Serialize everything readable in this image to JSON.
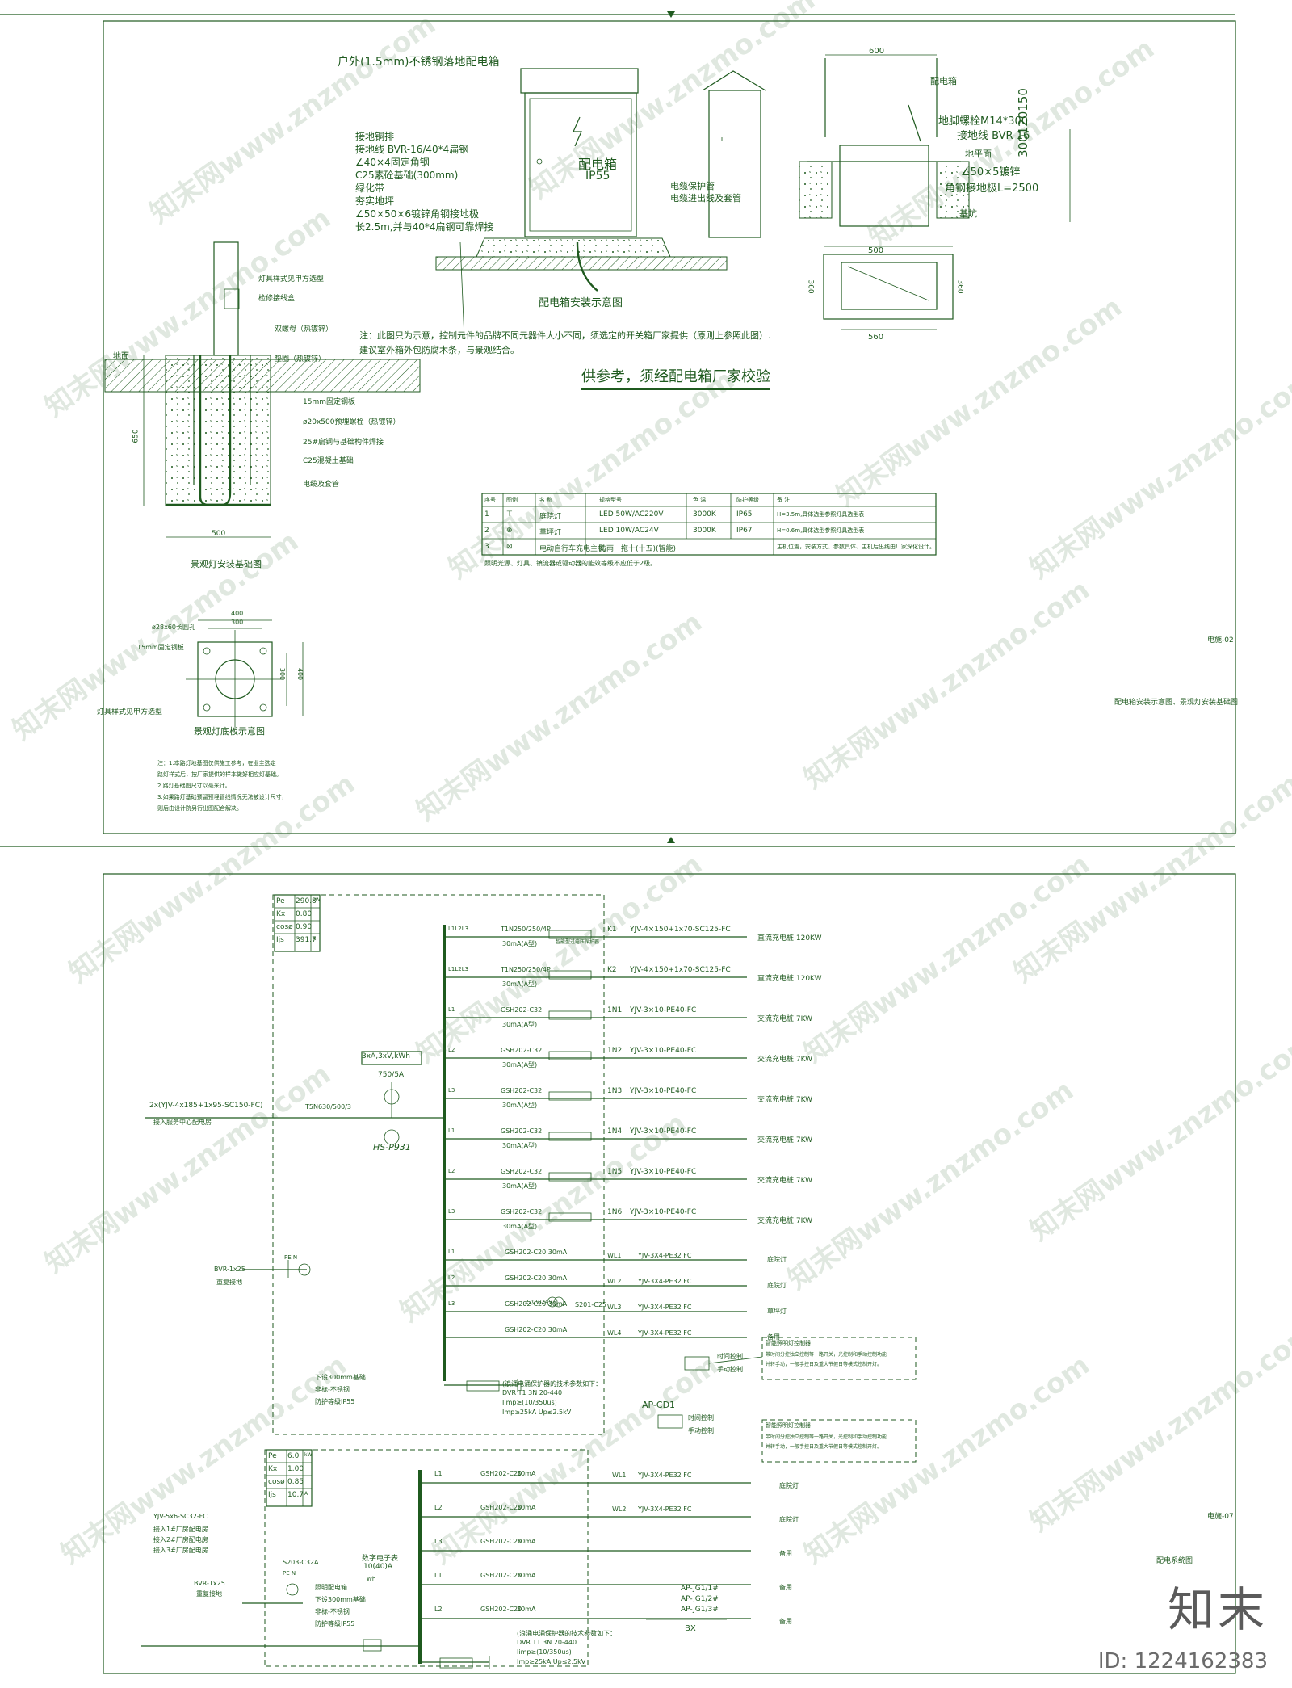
{
  "sheet1": {
    "box_title_top": "户外(1.5mm)不锈钢落地配电箱",
    "box_face_label": "配电箱",
    "box_ip": "IP55",
    "left_callouts": [
      "接地铜排",
      "接地线 BVR-16/40*4扁钢",
      "∠40×4固定角钢",
      "C25素砼基础(300mm)",
      "绿化带",
      "夯实地坪",
      "∠50×50×6镀锌角钢接地极",
      "长2.5m,并与40*4扁钢可靠焊接"
    ],
    "right_callouts": [
      "电缆保护管",
      "电缆进出线及套管"
    ],
    "box_install_caption": "配电箱安装示意图",
    "section_labels": {
      "top_dim": "600",
      "box": "配电箱",
      "bolt": "地脚螺栓M14*300",
      "ground_wire": "接地线 BVR-16",
      "ground_level": "地平面",
      "angle": "∠50×5镀锌",
      "electrode": "角钢接地极L=2500",
      "pit": "基坑",
      "vert_dims": "300120150"
    },
    "plan_dims": {
      "w1": "500",
      "w2": "560",
      "h1": "360",
      "h2": "360"
    },
    "note": "注：此图只为示意，控制元件的品牌不同元器件大小不同，须选定的开关箱厂家提供（原则上参照此图）.",
    "note2": "建议室外箱外包防腐木条，与景观结合。",
    "emphasis": "供参考，须经配电箱厂家校验",
    "lamp_callouts": [
      "灯具样式见甲方选型",
      "检修接线盒",
      "双螺母（热镀锌）",
      "垫圈（热镀锌）",
      "15mm固定钢板",
      "ø20x500预埋螺栓（热镀锌）",
      "25#扁钢与基础构件焊接",
      "C25混凝土基础",
      "电缆及套管"
    ],
    "ground_label": "地面",
    "lamp_dims": {
      "depth": "650",
      "width": "500"
    },
    "lamp_caption": "景观灯安装基础图",
    "table": {
      "headers": [
        "序号",
        "图例",
        "名 称",
        "规格型号",
        "色 温",
        "防护等级",
        "备 注"
      ],
      "rows": [
        [
          "1",
          "⊤",
          "庭院灯",
          "LED 50W/AC220V",
          "3000K",
          "IP65",
          "H=3.5m,具体选型参照灯具选型表"
        ],
        [
          "2",
          "⊕",
          "草坪灯",
          "LED 10W/AC24V",
          "3000K",
          "IP67",
          "H=0.6m,具体选型参照灯具选型表"
        ],
        [
          "3",
          "⊠",
          "电动自行车充电主机",
          "防雨一拖十(十五)(智能)",
          "",
          "",
          "主机位置，安装方式、参数具体、主机后出线由厂家深化设计。"
        ]
      ],
      "footnote": "照明光源、灯具、镇流器或驱动器的能效等级不应低于2级。"
    },
    "plate_labels": [
      "ø28x60长圆孔",
      "15mm固定钢板",
      "灯具样式见甲方选型"
    ],
    "plate_dims": {
      "outer": "400",
      "inner": "300",
      "h1": "300",
      "h2": "400"
    },
    "plate_caption": "景观灯底板示意图",
    "plate_notes": [
      "注：1.本路灯地基图仅供施工参考，在业主选定",
      "路灯样式后，按厂家提供的样本做好相应灯基础。",
      "2.路灯基础图尺寸以毫米计。",
      "3.如果路灯基础预留预埋管线情况无法被设计尺寸，",
      "则后由设计院另行出图配合解决。"
    ],
    "sheet_no": "电施-02",
    "sheet_title": "配电箱安装示意图、景观灯安装基础图"
  },
  "sheet2": {
    "load_table1": [
      [
        "Pe",
        "290.8",
        "kW"
      ],
      [
        "Kx",
        "0.80",
        ""
      ],
      [
        "cosø",
        "0.90",
        ""
      ],
      [
        "Ijs",
        "391.7",
        "A"
      ]
    ],
    "meter": "3xA,3xV,kWh",
    "ct": "750/5A",
    "meter_model": "HS-P931",
    "incomer": "2x(YJV-4x185+1x95-SC150-FC)",
    "incomer_from": "接入服务中心配电房",
    "main_breaker": "T5N630/500/3",
    "ground": "BVR-1x25",
    "ground_note": "重复接地",
    "pe_n": "PE  N",
    "box1_notes": [
      "下设300mm基础",
      "非标-不锈钢",
      "防护等级IP55"
    ],
    "spd1": [
      "(浪涌电涌保护器的技术参数如下：",
      "DVR T1 3N 20-440",
      "Iimp≥(10/350us)",
      "Imp≥25kA Up≤2.5kV"
    ],
    "box1_name": "AP-CD1",
    "circuits1": [
      {
        "phase": "L1L2L3",
        "breaker": "T1N250/250/4P",
        "rcd": "30mA(A型)",
        "no": "K1",
        "cable": "YJV-4×150+1x70-SC125-FC",
        "load": "直流充电桩 120KW"
      },
      {
        "phase": "L1L2L3",
        "breaker": "T1N250/250/4P",
        "rcd": "30mA(A型)",
        "no": "K2",
        "cable": "YJV-4×150+1x70-SC125-FC",
        "load": "直流充电桩 120KW"
      },
      {
        "phase": "L1",
        "breaker": "GSH202-C32",
        "rcd": "30mA(A型)",
        "no": "1N1",
        "cable": "YJV-3×10-PE40-FC",
        "load": "交流充电桩 7KW"
      },
      {
        "phase": "L2",
        "breaker": "GSH202-C32",
        "rcd": "30mA(A型)",
        "no": "1N2",
        "cable": "YJV-3×10-PE40-FC",
        "load": "交流充电桩 7KW"
      },
      {
        "phase": "L3",
        "breaker": "GSH202-C32",
        "rcd": "30mA(A型)",
        "no": "1N3",
        "cable": "YJV-3×10-PE40-FC",
        "load": "交流充电桩 7KW"
      },
      {
        "phase": "L1",
        "breaker": "GSH202-C32",
        "rcd": "30mA(A型)",
        "no": "1N4",
        "cable": "YJV-3×10-PE40-FC",
        "load": "交流充电桩 7KW"
      },
      {
        "phase": "L2",
        "breaker": "GSH202-C32",
        "rcd": "30mA(A型)",
        "no": "1N5",
        "cable": "YJV-3×10-PE40-FC",
        "load": "交流充电桩 7KW"
      },
      {
        "phase": "L3",
        "breaker": "GSH202-C32",
        "rcd": "30mA(A型)",
        "no": "1N6",
        "cable": "YJV-3×10-PE40-FC",
        "load": "交流充电桩 7KW"
      }
    ],
    "spd_tag": "智能型过电压保护器",
    "circuits1b": [
      {
        "phase": "L1",
        "breaker": "GSH202-C20  30mA",
        "no": "WL1",
        "cable": "YJV-3X4-PE32 FC",
        "load": "庭院灯"
      },
      {
        "phase": "L2",
        "breaker": "GSH202-C20  30mA",
        "no": "WL2",
        "cable": "YJV-3X4-PE32 FC",
        "load": "庭院灯"
      },
      {
        "phase": "L3",
        "breaker": "GSH202-C20  30mA",
        "no": "WL3",
        "cable": "YJV-3X4-PE32 FC",
        "load": "草坪灯"
      },
      {
        "phase": "",
        "breaker": "GSH202-C20  30mA",
        "no": "WL4",
        "cable": "YJV-3X4-PE32 FC",
        "load": "备用"
      }
    ],
    "trafo": "220V/24V",
    "trafo_breaker": "S201-C25",
    "controller_title": "智能照明灯控制器",
    "controller_text": [
      "带时间分控独立控制等一路开关，光控制和手动控制功能",
      "并转手动，一般手控日及重大节假日等模式控制开灯。"
    ],
    "timer_labels": [
      "时间控制",
      "手动控制"
    ],
    "load_table2": [
      [
        "Pe",
        "6.0",
        "kW"
      ],
      [
        "Kx",
        "1.00",
        ""
      ],
      [
        "cosø",
        "0.85",
        ""
      ],
      [
        "Ijs",
        "10.7",
        "A"
      ]
    ],
    "incomer2": "YJV-5x6-SC32-FC",
    "incomer2_from": [
      "接入1#厂房配电房",
      "接入2#厂房配电房",
      "接入3#厂房配电房"
    ],
    "main_breaker2": "S203-C32A",
    "meter2": "数字电子表",
    "meter2_rating": "10(40)A",
    "meter2_tag": "Wh",
    "box2_notes": [
      "照明配电箱",
      "下设300mm基础",
      "非标-不锈钢",
      "防护等级IP55"
    ],
    "circuits2": [
      {
        "phase": "L1",
        "breaker": "GSH202-C20",
        "rcd": "30mA",
        "no": "WL1",
        "cable": "YJV-3X4-PE32 FC",
        "load": "庭院灯"
      },
      {
        "phase": "L2",
        "breaker": "GSH202-C20",
        "rcd": "30mA",
        "no": "WL2",
        "cable": "YJV-3X4-PE32 FC",
        "load": "庭院灯"
      },
      {
        "phase": "L3",
        "breaker": "GSH202-C20",
        "rcd": "30mA",
        "no": "",
        "cable": "",
        "load": "备用"
      },
      {
        "phase": "L1",
        "breaker": "GSH202-C20",
        "rcd": "30mA",
        "no": "",
        "cable": "",
        "load": "备用"
      },
      {
        "phase": "L2",
        "breaker": "GSH202-C20",
        "rcd": "30mA",
        "no": "",
        "cable": "",
        "load": "备用"
      }
    ],
    "spd2": [
      "(浪涌电涌保护器的技术参数如下：",
      "DVR T1 3N 20-440",
      "Iimp≥(10/350us)",
      "Imp≥25kA Up≤2.5kV"
    ],
    "box2_names": [
      "AP-JG1/1#",
      "AP-JG1/2#",
      "AP-JG1/3#"
    ],
    "box2_type": "BX",
    "sheet_no": "电施-07",
    "sheet_title": "配电系统图一"
  },
  "watermark_text": "知末网www.znzmo.com",
  "brand": "知末",
  "image_id": "ID: 1224162383"
}
